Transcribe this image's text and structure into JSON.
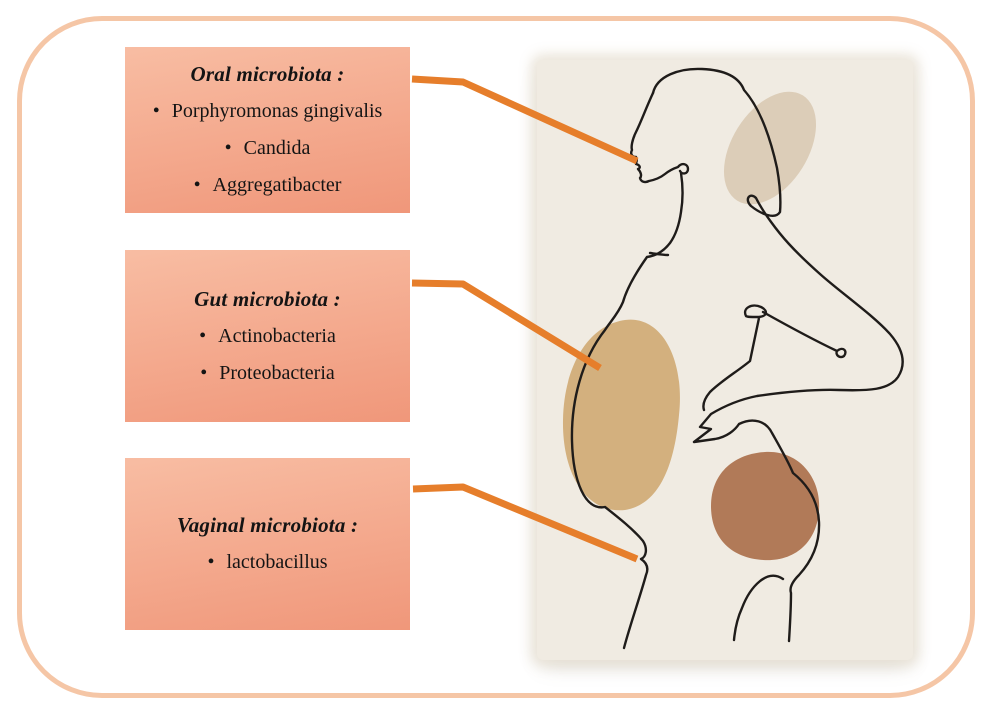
{
  "boxes": [
    {
      "title": "Oral microbiota :",
      "items": [
        "Porphyromonas gingivalis",
        "Candida",
        "Aggregatibacter"
      ]
    },
    {
      "title": "Gut microbiota :",
      "items": [
        "Actinobacteria",
        "Proteobacteria"
      ]
    },
    {
      "title": "Vaginal microbiota :",
      "items": [
        "lactobacillus"
      ]
    }
  ],
  "illustration": {
    "subject": "pregnant-woman-line-art",
    "shaded_regions": [
      "hair",
      "belly",
      "hip"
    ]
  },
  "colors": {
    "frame_border": "#f5c6a6",
    "connector": "#e67e2b",
    "box_gradient_top": "#f8bda3",
    "box_gradient_bottom": "#f0977a",
    "panel_bg": "#f0ebe2",
    "hair_blob": "#dccdb8",
    "belly_blob": "#d3b07e",
    "hip_blob": "#b17a58",
    "line_art": "#1f1c1a",
    "text": "#141414"
  }
}
